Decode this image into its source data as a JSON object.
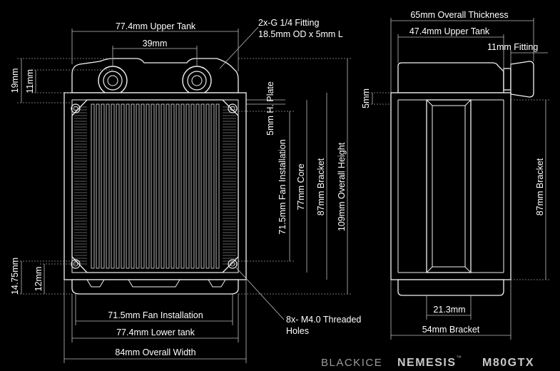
{
  "front_view": {
    "upper_tank": "77.4mm Upper Tank",
    "fitting_spacing": "39mm",
    "fitting_note_1": "2x-G 1/4 Fitting",
    "fitting_note_2": "18.5mm OD x 5mm L",
    "tank_height_outer": "19mm",
    "tank_height_inner": "11mm",
    "plate": "5mm H. Plate",
    "fan_installation_v": "71.5mm Fan Installation",
    "core": "77mm Core",
    "bracket_v": "87mm Bracket",
    "overall_height": "109mm Overall Height",
    "bottom_outer": "14.75mm",
    "bottom_inner": "12mm",
    "fan_installation_h": "71.5mm Fan Installation",
    "lower_tank": "77.4mm Lower tank",
    "overall_width": "84mm Overall Width",
    "threaded_1": "8x- M4.0 Threaded",
    "threaded_2": "Holes"
  },
  "side_view": {
    "overall_thickness": "65mm Overall Thickness",
    "upper_tank": "47.4mm Upper Tank",
    "fitting": "11mm Fitting",
    "plate": "5mm",
    "bracket_v": "87mm Bracket",
    "inner_width": "21.3mm",
    "bracket_h": "54mm Bracket"
  },
  "brand": {
    "line": "BLACKICE",
    "model": "NEMESIS",
    "tm": "™",
    "suffix": "M80GTX"
  },
  "colors": {
    "background": "#000000",
    "lines": "#f2f2f2",
    "text": "#ffffff",
    "brand_text": "#9b9b9b"
  }
}
